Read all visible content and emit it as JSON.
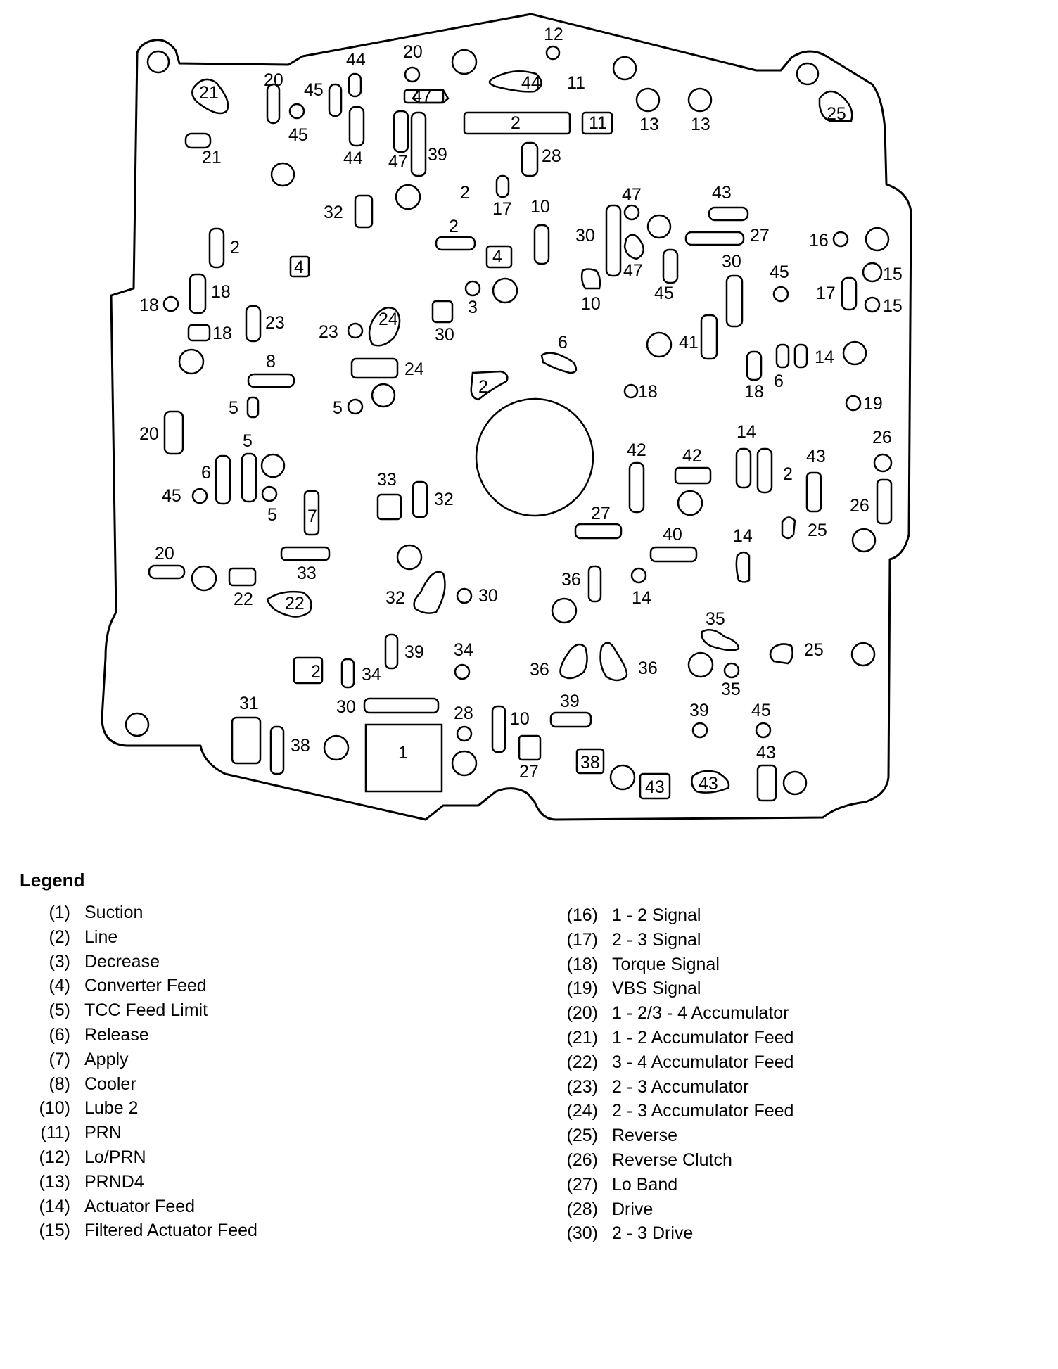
{
  "diagram": {
    "labels": {
      "l1": "21",
      "l2": "20",
      "l3": "44",
      "l4": "45",
      "l5": "20",
      "l6": "47",
      "l7": "12",
      "l8": "44",
      "l9": "11",
      "l10": "2",
      "l11": "11",
      "l12": "13",
      "l13": "13",
      "l14": "25",
      "l15": "45",
      "l16": "21",
      "l17": "44",
      "l18": "47",
      "l19": "39",
      "l20": "28",
      "l21": "2",
      "l22": "32",
      "l23": "17",
      "l24": "10",
      "l25": "47",
      "l26": "43",
      "l27": "2",
      "l28": "2",
      "l29": "4",
      "l30": "30",
      "l31": "27",
      "l32": "16",
      "l33": "4",
      "l34": "18",
      "l35": "18",
      "l36": "23",
      "l37": "18",
      "l38": "23",
      "l39": "24",
      "l40": "3",
      "l41": "30",
      "l42": "10",
      "l43": "47",
      "l44": "45",
      "l45": "30",
      "l46": "45",
      "l47": "17",
      "l48": "15",
      "l49": "15",
      "l50": "6",
      "l51": "41",
      "l52": "8",
      "l53": "24",
      "l54": "2",
      "l55": "18",
      "l56": "18",
      "l57": "6",
      "l58": "14",
      "l59": "5",
      "l60": "5",
      "l61": "19",
      "l62": "20",
      "l63": "5",
      "l64": "6",
      "l65": "45",
      "l66": "5",
      "l67": "33",
      "l68": "32",
      "l69": "42",
      "l70": "42",
      "l71": "14",
      "l72": "2",
      "l73": "43",
      "l74": "26",
      "l75": "26",
      "l76": "7",
      "l77": "27",
      "l78": "40",
      "l79": "25",
      "l80": "14",
      "l81": "20",
      "l82": "33",
      "l83": "22",
      "l84": "22",
      "l85": "32",
      "l86": "30",
      "l87": "36",
      "l88": "14",
      "l89": "35",
      "l90": "25",
      "l91": "2",
      "l92": "34",
      "l93": "39",
      "l94": "34",
      "l95": "36",
      "l96": "36",
      "l97": "35",
      "l98": "31",
      "l99": "30",
      "l100": "28",
      "l101": "10",
      "l102": "39",
      "l103": "39",
      "l104": "45",
      "l105": "38",
      "l106": "1",
      "l107": "27",
      "l108": "38",
      "l109": "43",
      "l110": "43",
      "l111": "43"
    }
  },
  "legend": {
    "title": "Legend",
    "left": [
      {
        "num": "(1)",
        "name": "Suction"
      },
      {
        "num": "(2)",
        "name": "Line"
      },
      {
        "num": "(3)",
        "name": "Decrease"
      },
      {
        "num": "(4)",
        "name": "Converter Feed"
      },
      {
        "num": "(5)",
        "name": "TCC Feed Limit"
      },
      {
        "num": "(6)",
        "name": "Release"
      },
      {
        "num": "(7)",
        "name": "Apply"
      },
      {
        "num": "(8)",
        "name": "Cooler"
      },
      {
        "num": "(10)",
        "name": "Lube 2"
      },
      {
        "num": "(11)",
        "name": "PRN"
      },
      {
        "num": "(12)",
        "name": "Lo/PRN"
      },
      {
        "num": "(13)",
        "name": "PRND4"
      },
      {
        "num": "(14)",
        "name": "Actuator Feed"
      },
      {
        "num": "(15)",
        "name": "Filtered Actuator Feed"
      }
    ],
    "right": [
      {
        "num": "(16)",
        "name": "1 - 2 Signal"
      },
      {
        "num": "(17)",
        "name": "2 - 3 Signal"
      },
      {
        "num": "(18)",
        "name": "Torque Signal"
      },
      {
        "num": "(19)",
        "name": "VBS Signal"
      },
      {
        "num": "(20)",
        "name": "1 - 2/3 - 4 Accumulator"
      },
      {
        "num": "(21)",
        "name": "1 - 2 Accumulator Feed"
      },
      {
        "num": "(22)",
        "name": "3 - 4 Accumulator Feed"
      },
      {
        "num": "(23)",
        "name": "2 - 3 Accumulator"
      },
      {
        "num": "(24)",
        "name": "2 - 3 Accumulator Feed"
      },
      {
        "num": "(25)",
        "name": "Reverse"
      },
      {
        "num": "(26)",
        "name": "Reverse Clutch"
      },
      {
        "num": "(27)",
        "name": "Lo Band"
      },
      {
        "num": "(28)",
        "name": "Drive"
      },
      {
        "num": "(30)",
        "name": "2 - 3 Drive"
      }
    ]
  }
}
